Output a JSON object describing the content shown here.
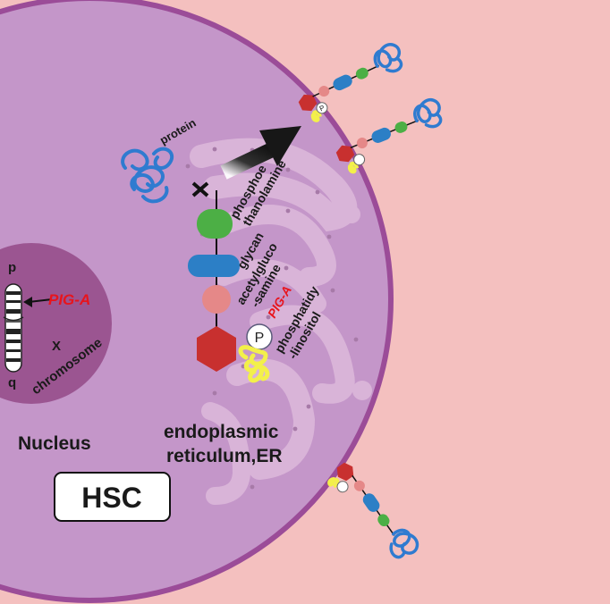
{
  "labels": {
    "protein": "protein",
    "phosphoethanolamine_1": "phosphoe",
    "phosphoethanolamine_2": "thanolamine",
    "glycan": "glycan",
    "acetylglucosamine_1": "acetylgluco",
    "acetylglucosamine_2": "-samine",
    "pig_a_er": "PIG-A",
    "phosphatidylinositol_1": "phosphatidy",
    "phosphatidylinositol_2": "-linositol",
    "phosphate_symbol": "P",
    "er_1": "endoplasmic",
    "er_2": "reticulum,ER",
    "nucleus": "Nucleus",
    "hsc": "HSC",
    "chrom_p": "p",
    "chrom_q": "q",
    "pig_a_chrom": "PIG-A",
    "x_chrom_1": "X",
    "x_chrom_2": "chromosome",
    "small_p": "P"
  },
  "colors": {
    "background": "#f4c0bf",
    "cell": "#c496c9",
    "cell_border": "#9b4c98",
    "nucleus": "#9b5591",
    "er": "#d8b0d6",
    "phosphoethanolamine": "#4caf45",
    "glycan": "#2c7fc6",
    "acetylglucosamine": "#e58888",
    "inositol": "#c8302f",
    "phosphatidyl": "#f3f04a",
    "protein": "#2f7bd0",
    "label_red": "#e8141c"
  }
}
